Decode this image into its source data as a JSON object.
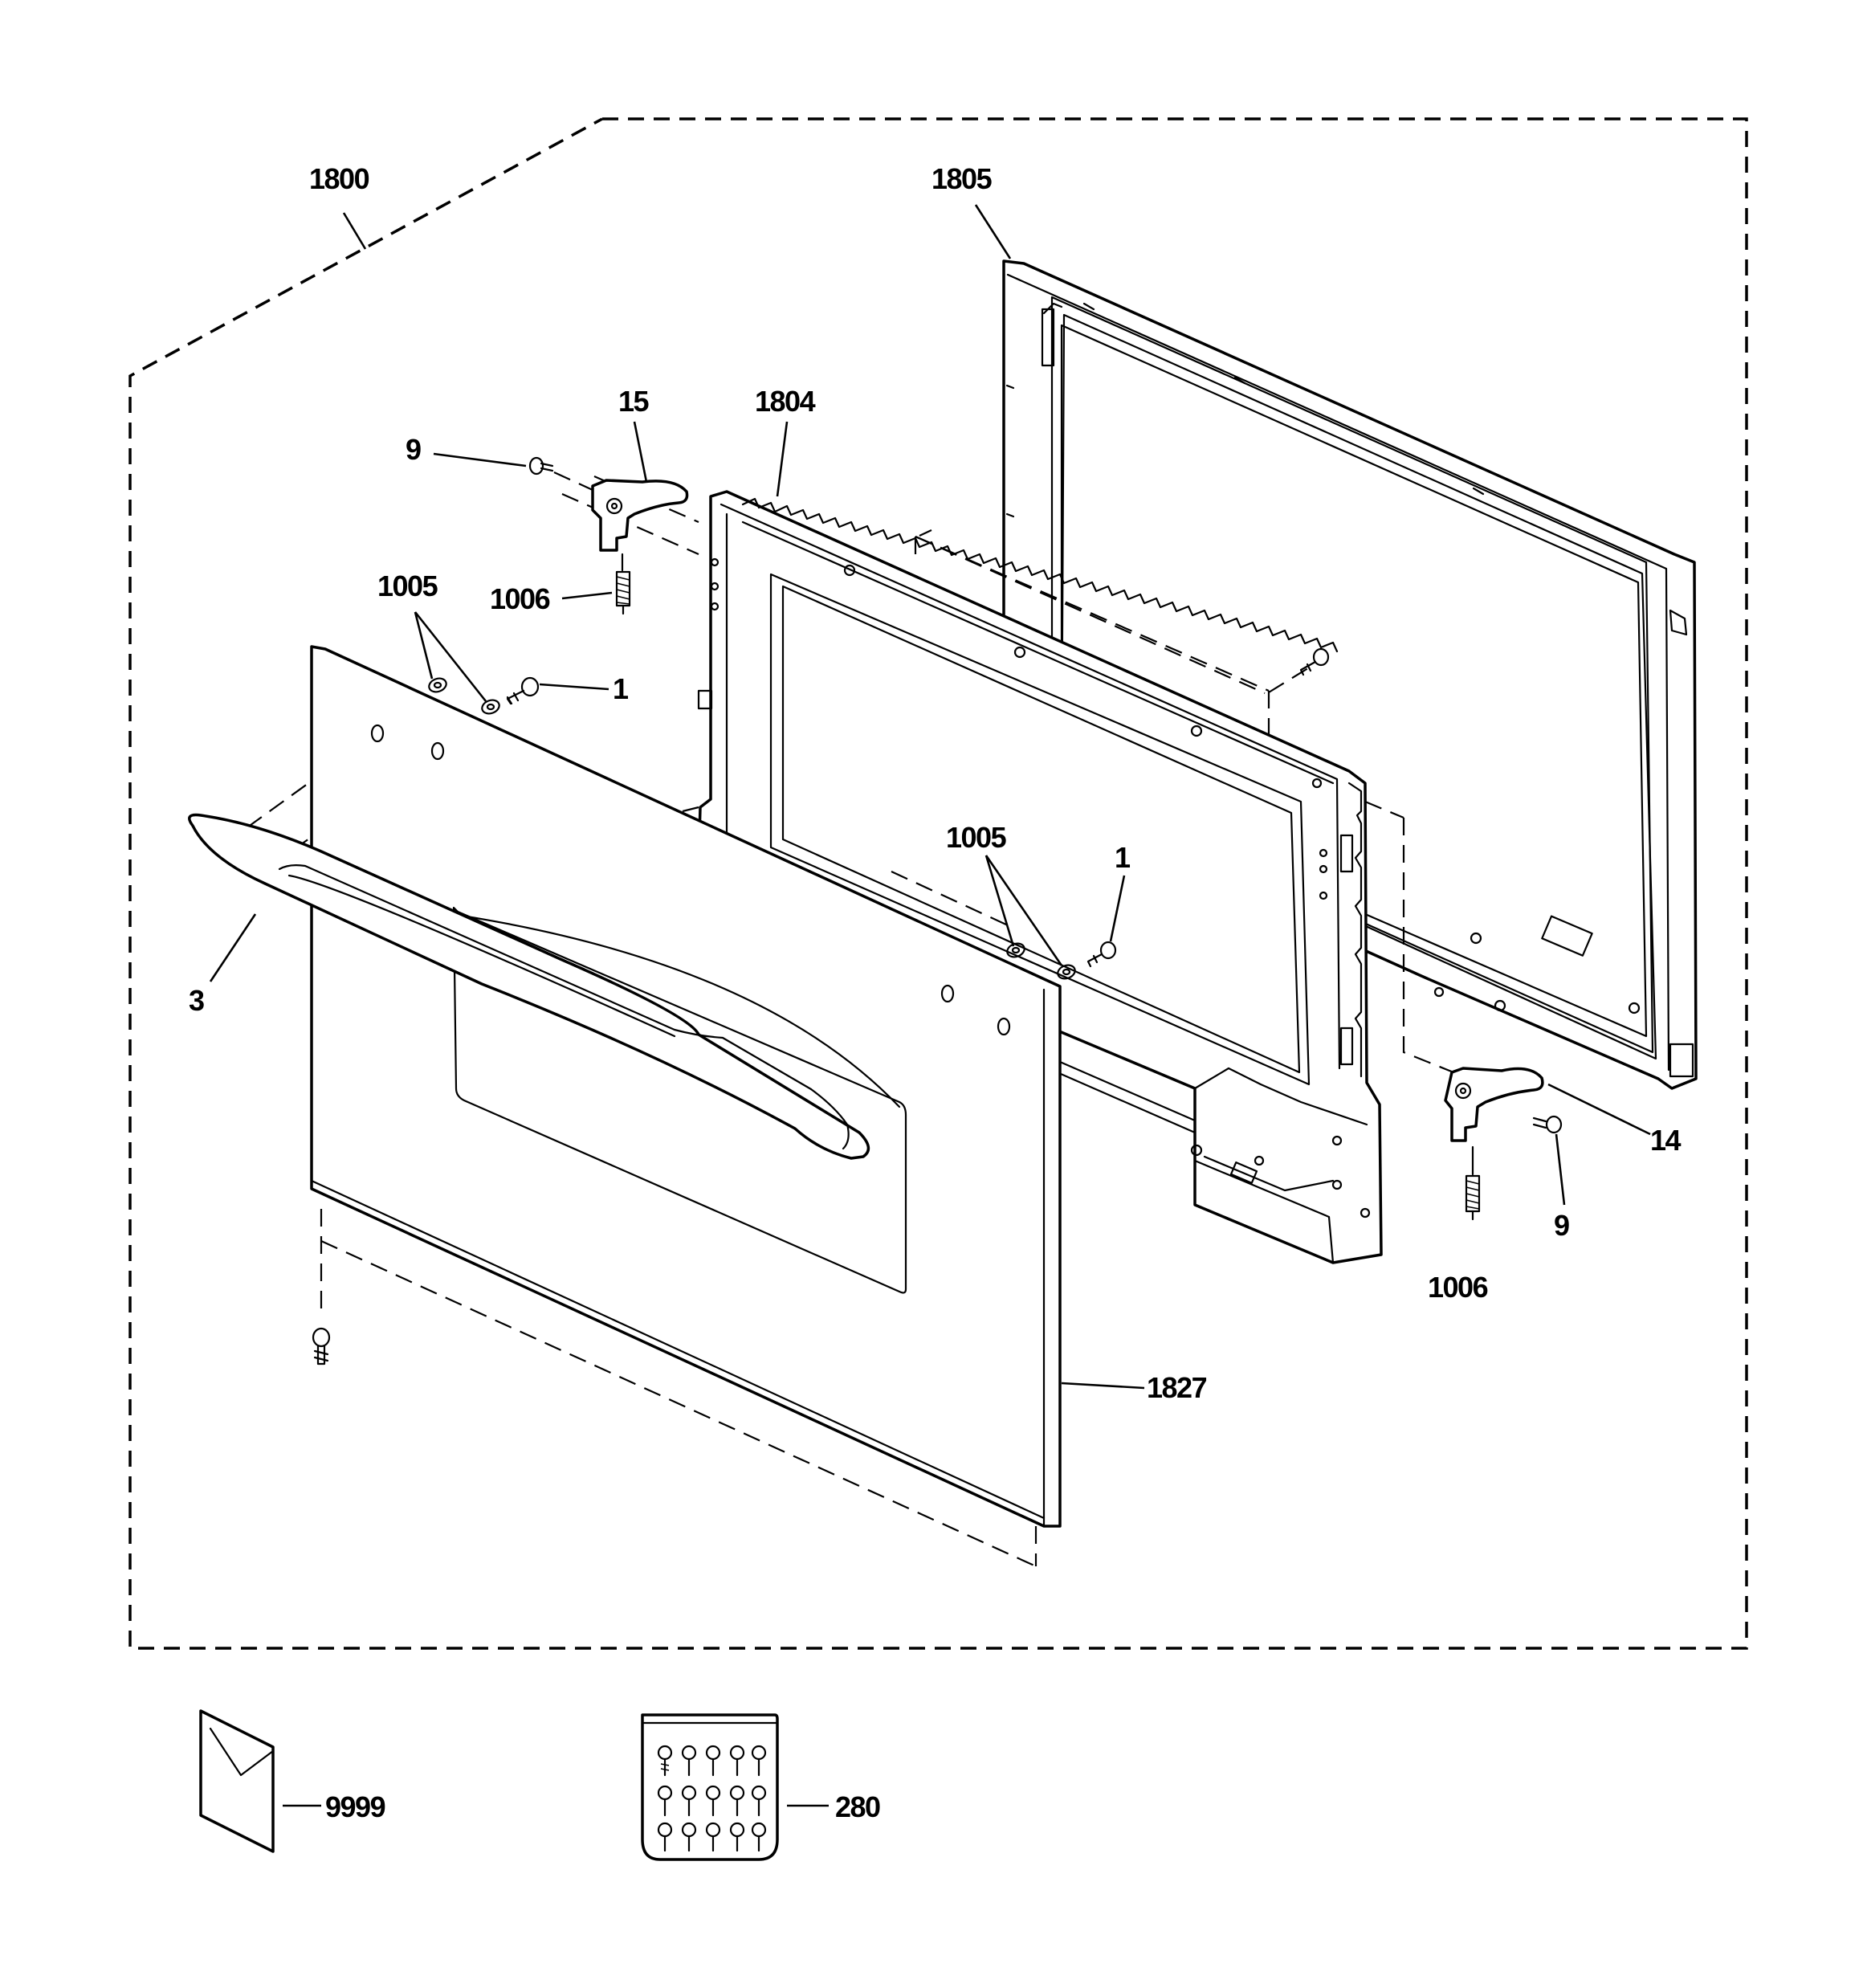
{
  "labels": {
    "l1800": "1800",
    "l1805": "1805",
    "l15": "15",
    "l1804": "1804",
    "l9a": "9",
    "l1005a": "1005",
    "l1006a": "1006",
    "l1a": "1",
    "l1005b": "1005",
    "l1b": "1",
    "l3": "3",
    "l14": "14",
    "l9b": "9",
    "l1006b": "1006",
    "l1827": "1827",
    "l9999": "9999",
    "l280": "280"
  }
}
